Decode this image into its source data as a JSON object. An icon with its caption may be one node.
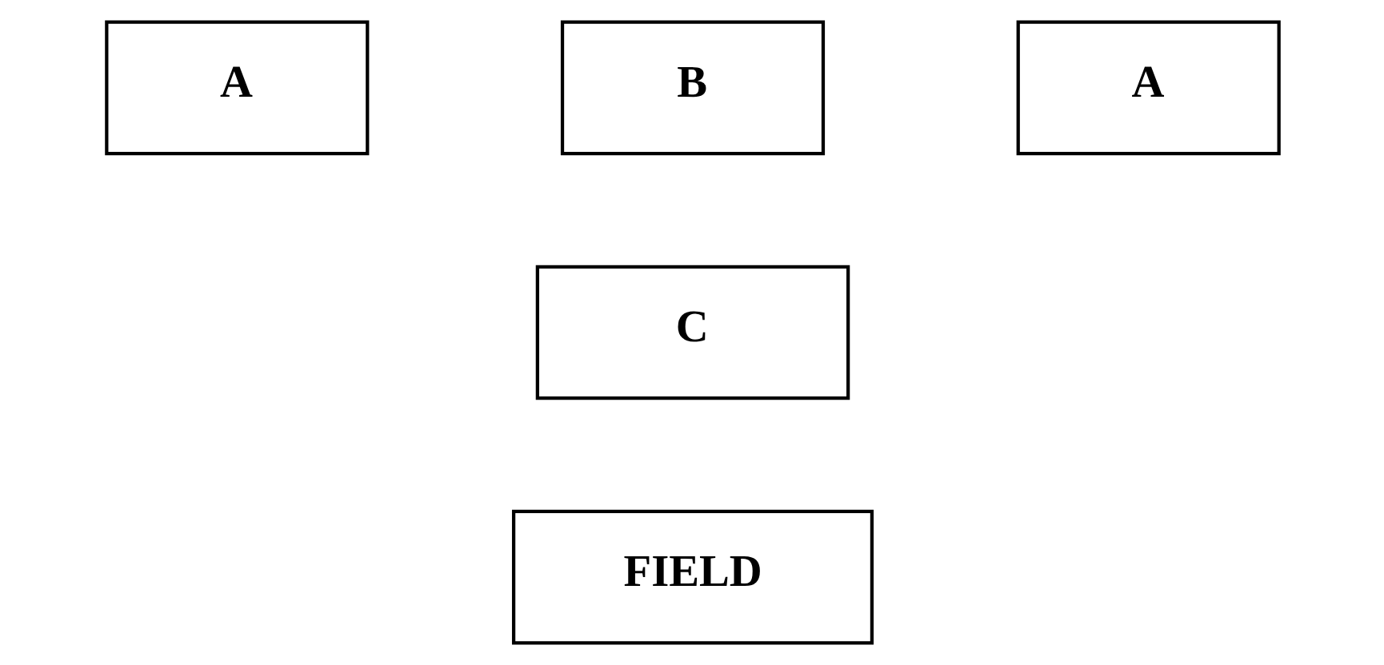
{
  "diagram": {
    "nodes": [
      {
        "text": [
          "A"
        ]
      },
      {
        "text": [
          "B"
        ]
      },
      {
        "text": [
          "A"
        ]
      },
      {
        "text": [
          "C"
        ]
      },
      {
        "text": [
          "FIELD"
        ]
      }
    ]
  }
}
